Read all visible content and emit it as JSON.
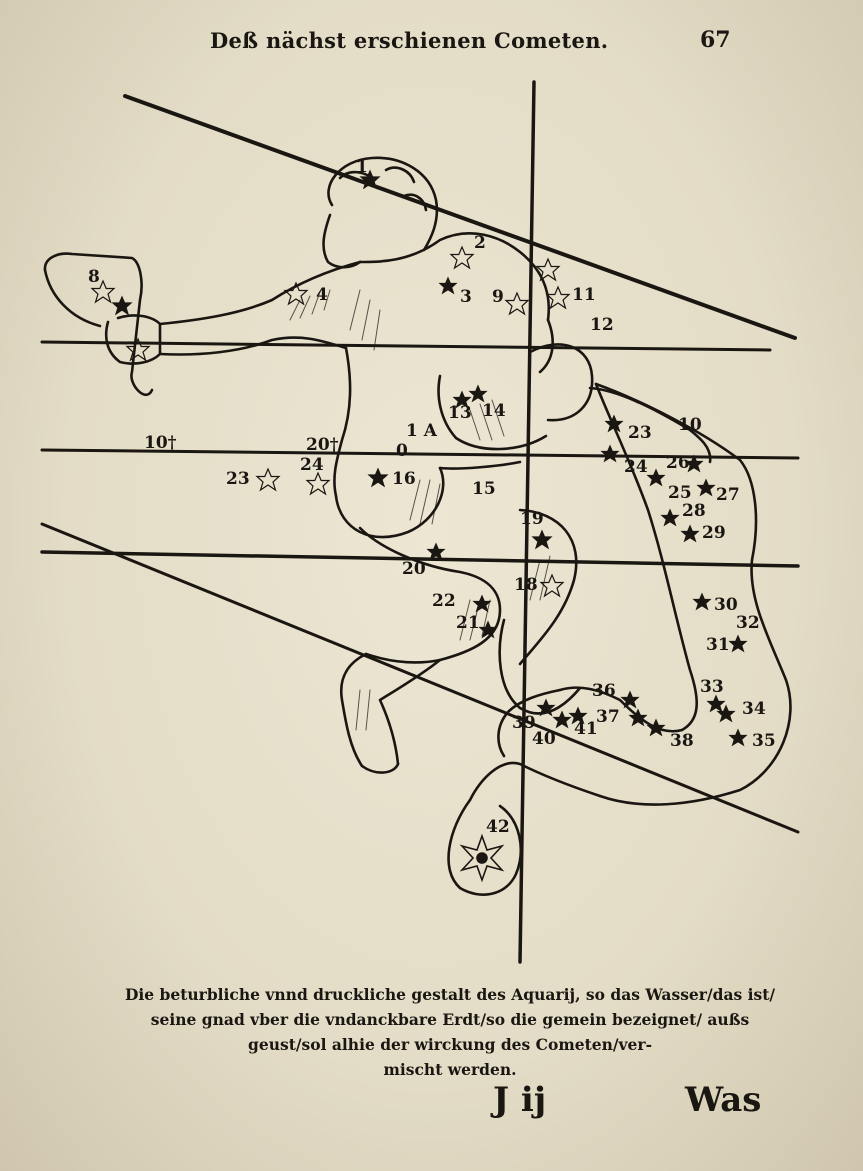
{
  "header": {
    "title": "Deß nächst erschienen Cometen.",
    "page_number": "67"
  },
  "figure": {
    "star_labels": [
      {
        "id": "s1",
        "text": "1"
      },
      {
        "id": "s2",
        "text": "2"
      },
      {
        "id": "s3",
        "text": "3"
      },
      {
        "id": "s4",
        "text": "4"
      },
      {
        "id": "s8",
        "text": "8"
      },
      {
        "id": "s9",
        "text": "9"
      },
      {
        "id": "s12",
        "text": "12"
      },
      {
        "id": "s11",
        "text": "11"
      },
      {
        "id": "s13",
        "text": "13"
      },
      {
        "id": "s14",
        "text": "14"
      },
      {
        "id": "s10",
        "text": "10"
      },
      {
        "id": "s10b",
        "text": "10†"
      },
      {
        "id": "s20b",
        "text": "20†"
      },
      {
        "id": "s1a",
        "text": "1 A"
      },
      {
        "id": "s0",
        "text": "0"
      },
      {
        "id": "s16",
        "text": "16"
      },
      {
        "id": "s15",
        "text": "15"
      },
      {
        "id": "s23a",
        "text": "23"
      },
      {
        "id": "s24a",
        "text": "24"
      },
      {
        "id": "s23",
        "text": "23"
      },
      {
        "id": "s24",
        "text": "24"
      },
      {
        "id": "s26",
        "text": "26"
      },
      {
        "id": "s25",
        "text": "25"
      },
      {
        "id": "s27",
        "text": "27"
      },
      {
        "id": "s28",
        "text": "28"
      },
      {
        "id": "s29",
        "text": "29"
      },
      {
        "id": "s19",
        "text": "19"
      },
      {
        "id": "s20",
        "text": "20"
      },
      {
        "id": "s22",
        "text": "22"
      },
      {
        "id": "s21",
        "text": "21"
      },
      {
        "id": "s18",
        "text": "18"
      },
      {
        "id": "s30",
        "text": "30"
      },
      {
        "id": "s32",
        "text": "32"
      },
      {
        "id": "s31",
        "text": "31"
      },
      {
        "id": "s33",
        "text": "33"
      },
      {
        "id": "s34",
        "text": "34"
      },
      {
        "id": "s35",
        "text": "35"
      },
      {
        "id": "s36",
        "text": "36"
      },
      {
        "id": "s37",
        "text": "37"
      },
      {
        "id": "s38",
        "text": "38"
      },
      {
        "id": "s39",
        "text": "39"
      },
      {
        "id": "s40",
        "text": "40"
      },
      {
        "id": "s41",
        "text": "41"
      },
      {
        "id": "s42",
        "text": "42"
      }
    ]
  },
  "caption": {
    "line1": "Die beturbliche vnnd druckliche gestalt des Aquarij, so das Wasser/das ist/",
    "line2": "seine gnad vber die vndanckbare Erdt/so die gemein bezeignet/ außs",
    "line3": "geust/sol alhie der wirckung des Cometen/ver-",
    "line4": "mischt werden."
  },
  "footer": {
    "signature": "J ij",
    "catchword": "Was"
  }
}
